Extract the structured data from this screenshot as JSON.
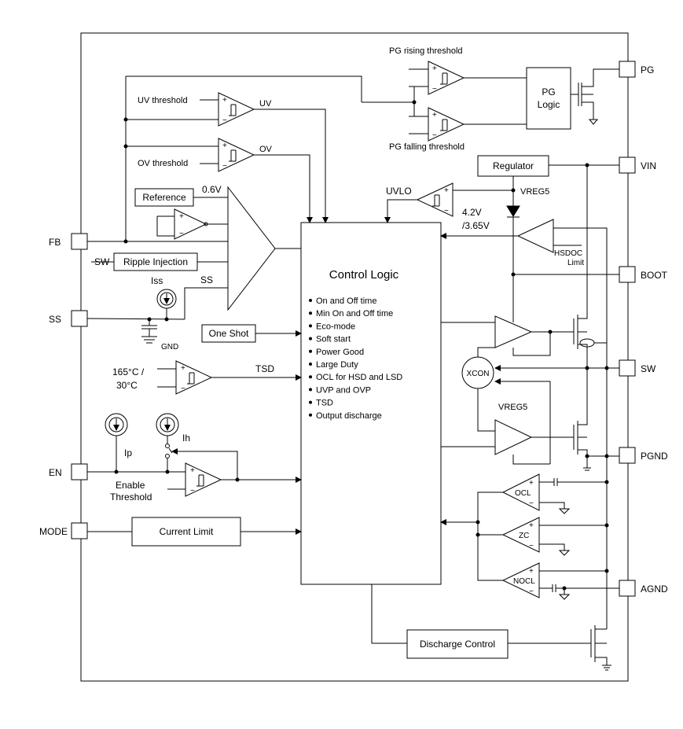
{
  "pins": {
    "pg": "PG",
    "vin": "VIN",
    "boot": "BOOT",
    "sw": "SW",
    "pgnd": "PGND",
    "agnd": "AGND",
    "fb": "FB",
    "ss": "SS",
    "en": "EN",
    "mode": "MODE"
  },
  "blocks": {
    "pg_logic": [
      "PG",
      "Logic"
    ],
    "regulator": "Regulator",
    "reference": "Reference",
    "ripple_injection": "Ripple Injection",
    "one_shot": "One Shot",
    "current_limit": "Current Limit",
    "discharge_control": "Discharge Control",
    "xcon": "XCON",
    "control_logic": {
      "title": "Control Logic",
      "features": [
        "On and Off time",
        "Min On and Off time",
        "Eco-mode",
        "Soft start",
        "Power Good",
        "Large Duty",
        "OCL for HSD and LSD",
        "UVP and OVP",
        "TSD",
        "Output discharge"
      ]
    }
  },
  "labels": {
    "pg_rising": "PG rising threshold",
    "pg_falling": "PG falling threshold",
    "uv_threshold": "UV threshold",
    "uv": "UV",
    "ov_threshold": "OV threshold",
    "ov": "OV",
    "v06": "0.6V",
    "sw": "SW",
    "iss": "Iss",
    "ss": "SS",
    "gnd": "GND",
    "uvlo": "UVLO",
    "vreg5_top": "VREG5",
    "uvlo_hi": "4.2V",
    "uvlo_lo": "/3.65V",
    "hsdoc": "HSDOC",
    "limit": "Limit",
    "tsd_temp1": "165°C /",
    "tsd_temp2": "30°C",
    "tsd": "TSD",
    "vreg5_bot": "VREG5",
    "ip": "Ip",
    "ih": "Ih",
    "enable": "Enable",
    "threshold": "Threshold",
    "ocl": "OCL",
    "zc": "ZC",
    "nocl": "NOCL",
    "plus": "+",
    "minus": "−"
  }
}
